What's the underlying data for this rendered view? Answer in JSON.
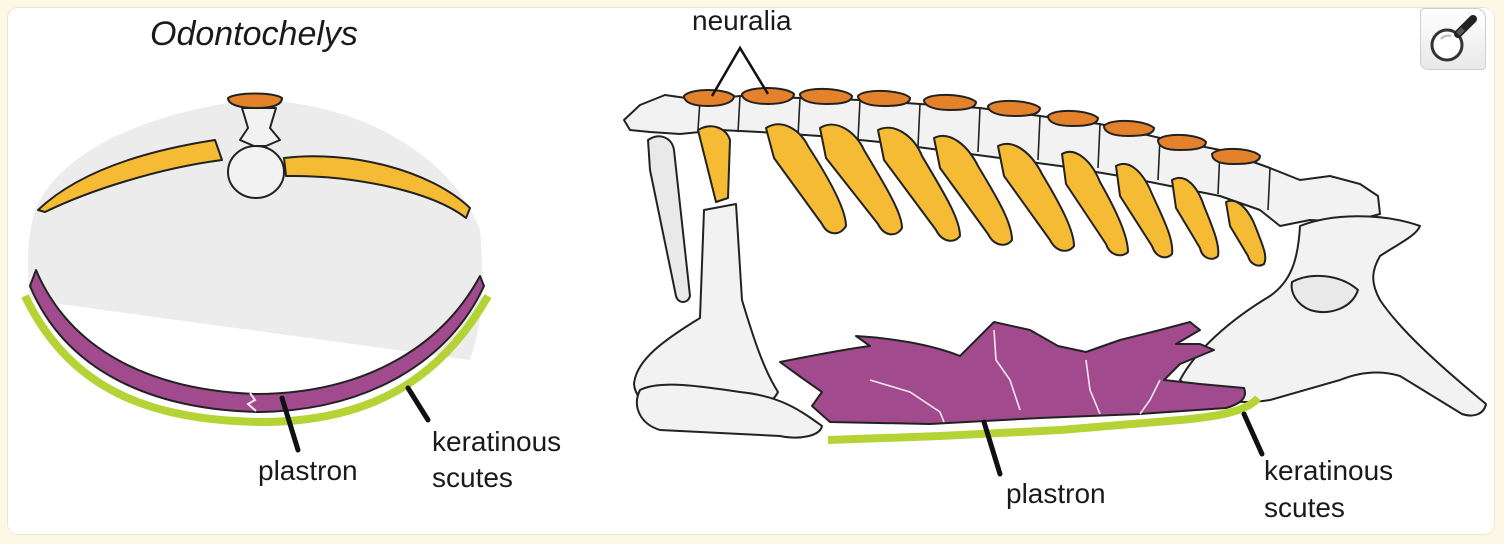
{
  "figure": {
    "title": "Odontochelys",
    "labels": {
      "neuralia": "neuralia",
      "plastron_left": "plastron",
      "scutes_left_line1": "keratinous",
      "scutes_left_line2": "scutes",
      "plastron_right": "plastron",
      "scutes_right_line1": "keratinous",
      "scutes_right_line2": "scutes"
    },
    "colors": {
      "rib": "#f5bb34",
      "neural": "#e4822c",
      "plastron": "#a24a8e",
      "keratinous_scutes": "#b5d334",
      "bone": "#e9e9e9"
    }
  },
  "toolbar": {
    "zoom_icon": "magnifier-icon"
  }
}
